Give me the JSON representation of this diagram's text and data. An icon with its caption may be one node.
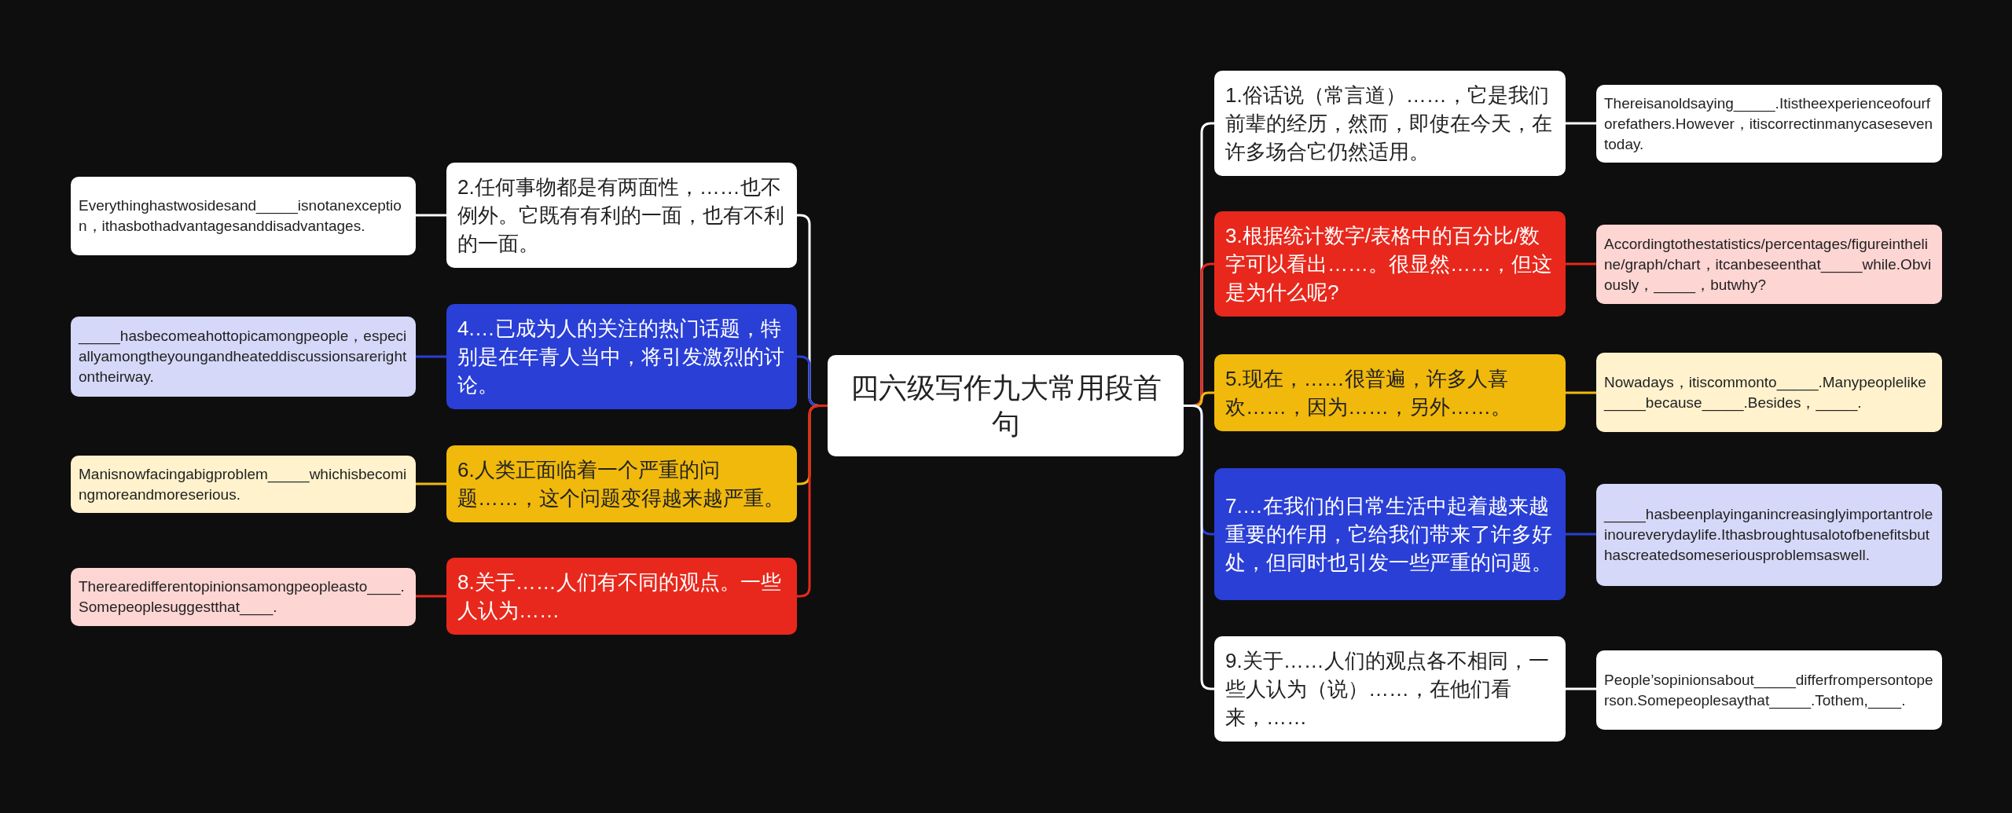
{
  "diagram": {
    "nodes": [
      {
        "text": [
          "四六级写作九大常用段首句"
        ]
      },
      {
        "text": [
          "1.俗话说（常言道）……，它是我们前辈的经历，然而，即使在今天，在许多场合它仍然适用。"
        ]
      },
      {
        "text": [
          "Thereisanoldsaying_____.Itistheexperienceofourforefathers.However，itiscorrectinmanycaseseventoday."
        ]
      },
      {
        "text": [
          "2.任何事物都是有两面性，……也不例外。它既有有利的一面，也有不利的一面。"
        ]
      },
      {
        "text": [
          "Everythinghastwosidesand_____isnotanexception，ithasbothadvantagesanddisadvantages."
        ]
      },
      {
        "text": [
          "3.根据统计数字/表格中的百分比/数字可以看出……。很显然……，但这是为什么呢?"
        ]
      },
      {
        "text": [
          "Accordingtothestatistics/percentages/figureintheline/graph/chart，itcanbeseenthat_____while.Obviously，_____，butwhy?"
        ]
      },
      {
        "text": [
          "4.…已成为人的关注的热门话题，特别是在年青人当中，将引发激烈的讨论。"
        ]
      },
      {
        "text": [
          "_____hasbecomeahottopicamongpeople，especiallyamongtheyoungandheateddiscussionsarerightontheirway."
        ]
      },
      {
        "text": [
          "5.现在，……很普遍，许多人喜欢……，因为……，另外……。"
        ]
      },
      {
        "text": [
          "Nowadays，itiscommonto_____.Manypeoplelike_____because_____.Besides，_____."
        ]
      },
      {
        "text": [
          "6.人类正面临着一个严重的问题……，这个问题变得越来越严重。"
        ]
      },
      {
        "text": [
          "Manisnowfacingabigproblem_____whichisbecomingmoreandmoreserious."
        ]
      },
      {
        "text": [
          "7.…在我们的日常生活中起着越来越重要的作用，它给我们带来了许多好处，但同时也引发一些严重的问题。"
        ]
      },
      {
        "text": [
          "_____hasbeenplayinganincreasinglyimportantroleinoureverydaylife.Ithasbroughtusalotofbenefitsbuthascreatedsomeseriousproblemsaswell."
        ]
      },
      {
        "text": [
          "8.关于……人们有不同的观点。一些人认为……"
        ]
      },
      {
        "text": [
          "Therearedifferentopinionsamongpeopleasto____.Somepeoplesuggestthat____."
        ]
      },
      {
        "text": [
          "9.关于……人们的观点各不相同，一些人认为（说）……，在他们看来，……"
        ]
      },
      {
        "text": [
          "People’sopinionsabout_____differfrompersontoperson.Somepeoplesaythat_____.Tothem,____."
        ]
      }
    ],
    "edges": [
      {
        "from": 0,
        "to": 1,
        "arrow": "none",
        "color": "#ffffff"
      },
      {
        "from": 1,
        "to": 2,
        "arrow": "none",
        "color": "#ffffff"
      },
      {
        "from": 0,
        "to": 3,
        "arrow": "none",
        "color": "#ffffff"
      },
      {
        "from": 3,
        "to": 4,
        "arrow": "none",
        "color": "#ffffff"
      },
      {
        "from": 0,
        "to": 5,
        "arrow": "none",
        "color": "#e8281c"
      },
      {
        "from": 5,
        "to": 6,
        "arrow": "none",
        "color": "#e8281c"
      },
      {
        "from": 0,
        "to": 7,
        "arrow": "none",
        "color": "#2a3fd6"
      },
      {
        "from": 7,
        "to": 8,
        "arrow": "none",
        "color": "#2a3fd6"
      },
      {
        "from": 0,
        "to": 9,
        "arrow": "none",
        "color": "#f0b90b"
      },
      {
        "from": 9,
        "to": 10,
        "arrow": "none",
        "color": "#f0b90b"
      },
      {
        "from": 0,
        "to": 11,
        "arrow": "none",
        "color": "#f0b90b"
      },
      {
        "from": 11,
        "to": 12,
        "arrow": "none",
        "color": "#f0b90b"
      },
      {
        "from": 0,
        "to": 13,
        "arrow": "none",
        "color": "#2a3fd6"
      },
      {
        "from": 13,
        "to": 14,
        "arrow": "none",
        "color": "#2a3fd6"
      },
      {
        "from": 0,
        "to": 15,
        "arrow": "none",
        "color": "#e8281c"
      },
      {
        "from": 15,
        "to": 16,
        "arrow": "none",
        "color": "#e8281c"
      },
      {
        "from": 0,
        "to": 17,
        "arrow": "none",
        "color": "#ffffff"
      },
      {
        "from": 17,
        "to": 18,
        "arrow": "none",
        "color": "#ffffff"
      }
    ]
  }
}
